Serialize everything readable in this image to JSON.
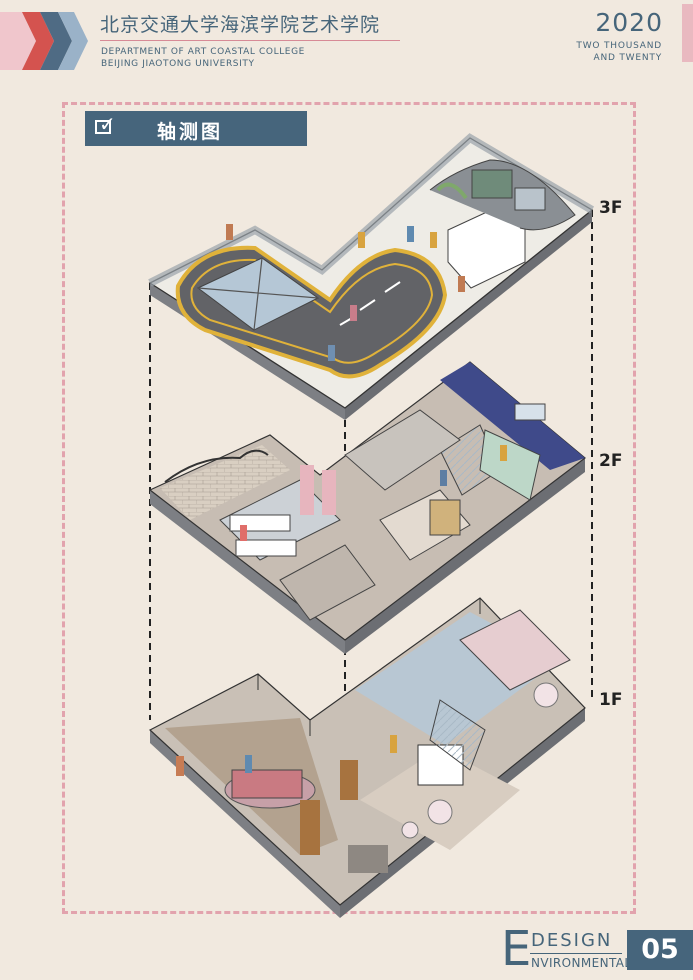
{
  "header": {
    "title": "北京交通大学海滨学院艺术学院",
    "subtitle": "DEPARTMENT OF ART COASTAL COLLEGE\nBEIJING JIAOTONG UNIVERSITY",
    "year": "2020",
    "year_words": "TWO THOUSAND\nAND TWENTY"
  },
  "section": {
    "title": "轴测图",
    "icon": "checkbox-icon"
  },
  "floors": [
    "3F",
    "2F",
    "1F"
  ],
  "footer": {
    "letter": "E",
    "word1": "DESIGN",
    "word2": "NVIRONMENTAL",
    "page_number": "05"
  },
  "colors": {
    "accent": "#46657c",
    "frame_pink": "#e2a3ad",
    "chevron_red": "#d4534f",
    "chevron_blue": "#4f6b84",
    "background": "#f1e9df"
  }
}
